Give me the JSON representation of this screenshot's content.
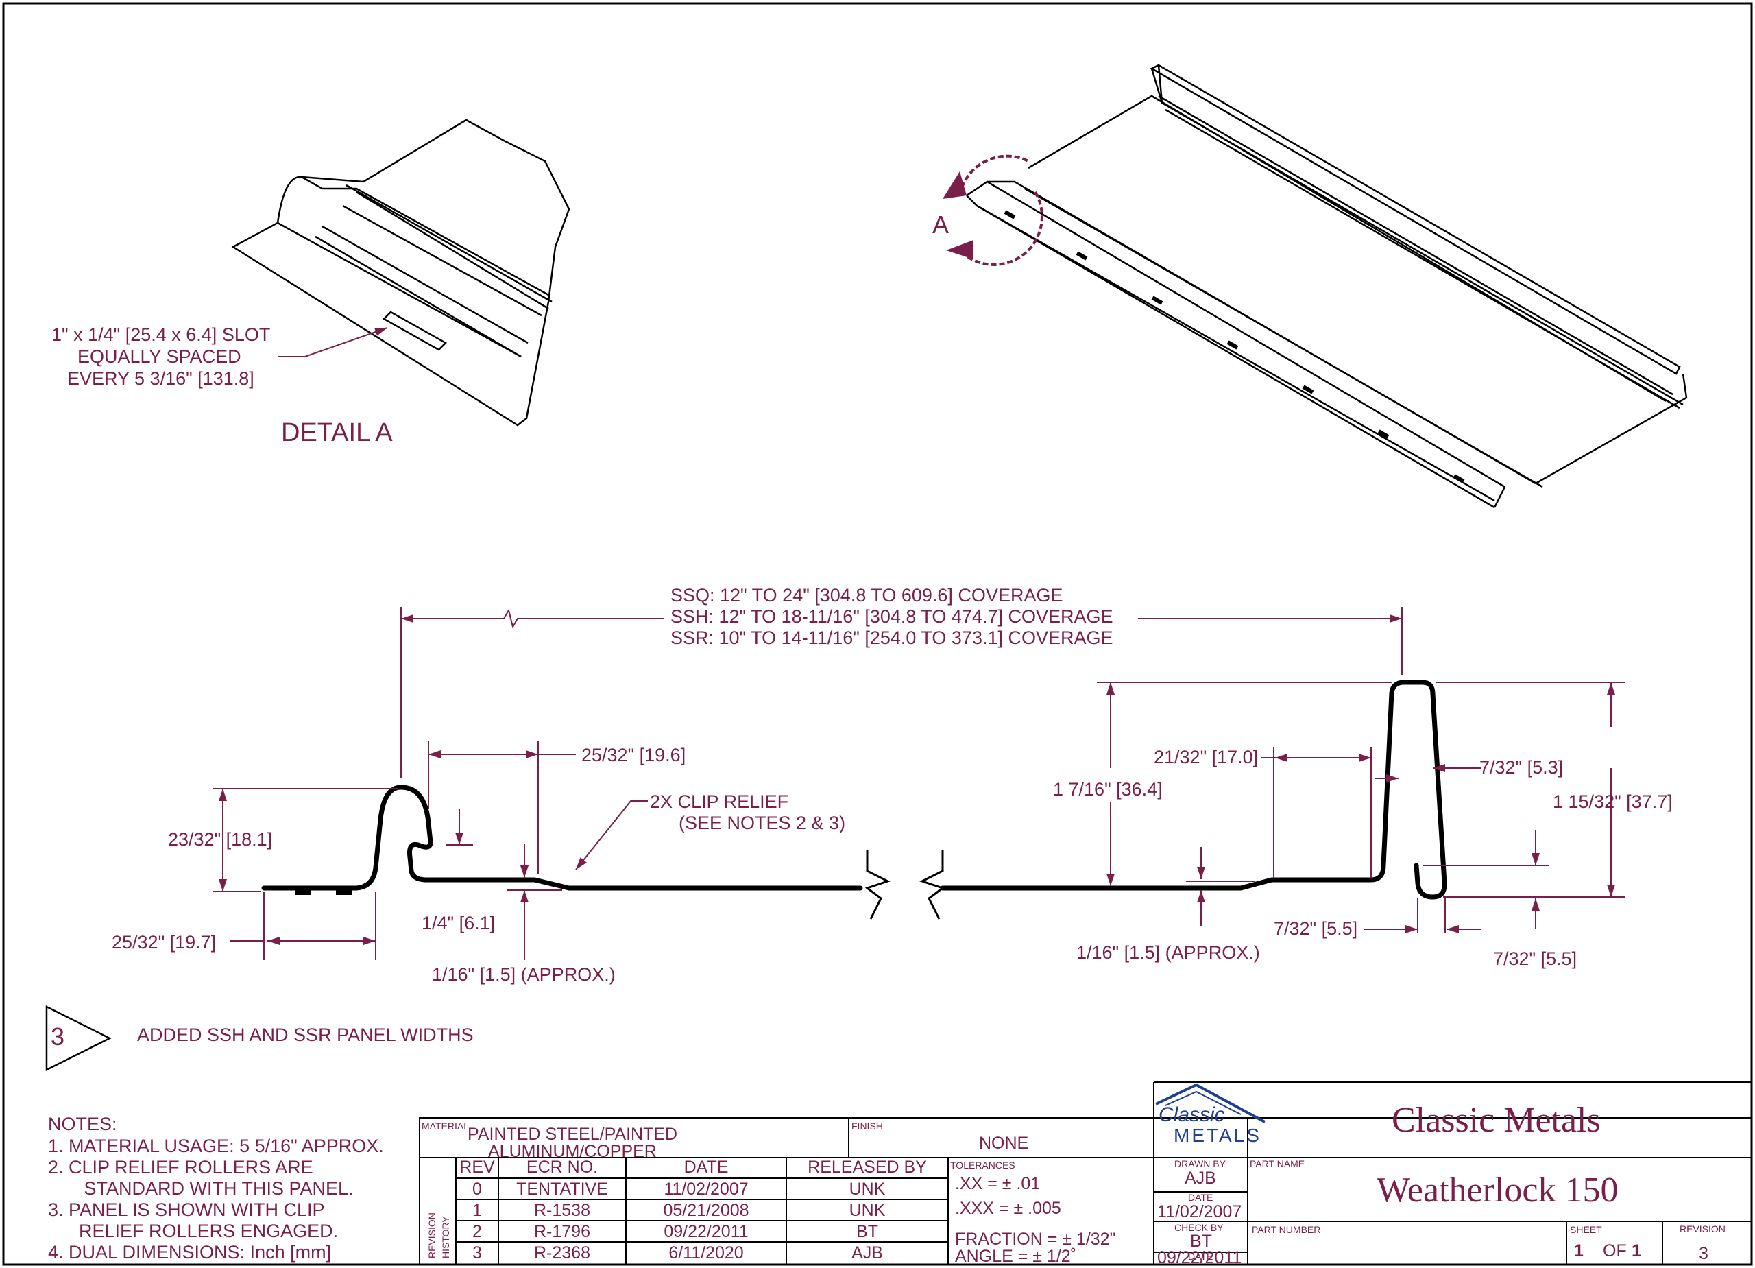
{
  "detail_a": {
    "slot_note": [
      "1\" x 1/4\" [25.4 x 6.4] SLOT",
      "EQUALLY SPACED",
      "EVERY 5 3/16\" [131.8]"
    ],
    "label": "DETAIL  A"
  },
  "iso": {
    "callout": "A"
  },
  "coverage": [
    "SSQ:  12\" TO 24\" [304.8 TO 609.6] COVERAGE",
    "SSH:  12\" TO 18-11/16\" [304.8 TO 474.7] COVERAGE",
    "SSR:  10\" TO 14-11/16\" [254.0 TO 373.1] COVERAGE"
  ],
  "dims_left": {
    "d1": "25/32\" [19.6]",
    "clip_relief": [
      "2X CLIP RELIEF",
      "(SEE NOTES 2 & 3)"
    ],
    "d2": "23/32\" [18.1]",
    "d3": "1/4\" [6.1]",
    "d4": "25/32\" [19.7]",
    "d5": "1/16\" [1.5] (APPROX.)"
  },
  "dims_right": {
    "d1": "21/32\" [17.0]",
    "d2": "1 7/16\" [36.4]",
    "d3": "7/32\" [5.3]",
    "d4": "1 15/32\" [37.7]",
    "d5": "7/32\" [5.5]",
    "d6": "7/32\" [5.5]",
    "d7": "1/16\" [1.5] (APPROX.)"
  },
  "revision_flag": {
    "number": "3",
    "text": "ADDED SSH AND SSR PANEL WIDTHS"
  },
  "notes": {
    "title": "NOTES:",
    "lines": [
      "1.  MATERIAL USAGE: 5 5/16\" APPROX.",
      "2.  CLIP RELIEF ROLLERS ARE",
      "       STANDARD WITH THIS PANEL.",
      "3.  PANEL IS SHOWN WITH CLIP",
      "      RELIEF ROLLERS ENGAGED.",
      "4.  DUAL DIMENSIONS: Inch [mm]"
    ]
  },
  "title_block": {
    "material_label": "MATERIAL",
    "material": [
      "PAINTED STEEL/PAINTED",
      "ALUMINUM/COPPER"
    ],
    "finish_label": "FINISH",
    "finish": "NONE",
    "revision_history_label": [
      "REVISION",
      "HISTORY"
    ],
    "rev_headers": [
      "REV",
      "ECR NO.",
      "DATE",
      "RELEASED BY"
    ],
    "rev_rows": [
      [
        "0",
        "TENTATIVE",
        "11/02/2007",
        "UNK"
      ],
      [
        "1",
        "R-1538",
        "05/21/2008",
        "UNK"
      ],
      [
        "2",
        "R-1796",
        "09/22/2011",
        "BT"
      ],
      [
        "3",
        "R-2368",
        "6/11/2020",
        "AJB"
      ]
    ],
    "tolerances_label": "TOLERANCES",
    "tolerances": [
      ".XX = ± .01",
      ".XXX = ± .005",
      "FRACTION = ± 1/32\"",
      "ANGLE = ± 1/2˚"
    ],
    "logo": [
      "Classic",
      "METALS"
    ],
    "company": "Classic Metals",
    "drawn_by_label": "DRAWN BY",
    "drawn_by": "AJB",
    "date_label": "DATE",
    "drawn_date": "11/02/2007",
    "check_by_label": "CHECK BY",
    "check_by": "BT",
    "check_date": "09/22/2011",
    "part_name_label": "PART NAME",
    "part_name": "Weatherlock 150",
    "part_number_label": "PART NUMBER",
    "sheet_label": "SHEET",
    "sheet": "1",
    "sheet_of": "OF",
    "sheet_total": "1",
    "revision_label": "REVISION",
    "revision": "3"
  },
  "colors": {
    "ink": "#000000",
    "annotation": "#7a1f4a",
    "logo_blue": "#1f3f8f"
  }
}
